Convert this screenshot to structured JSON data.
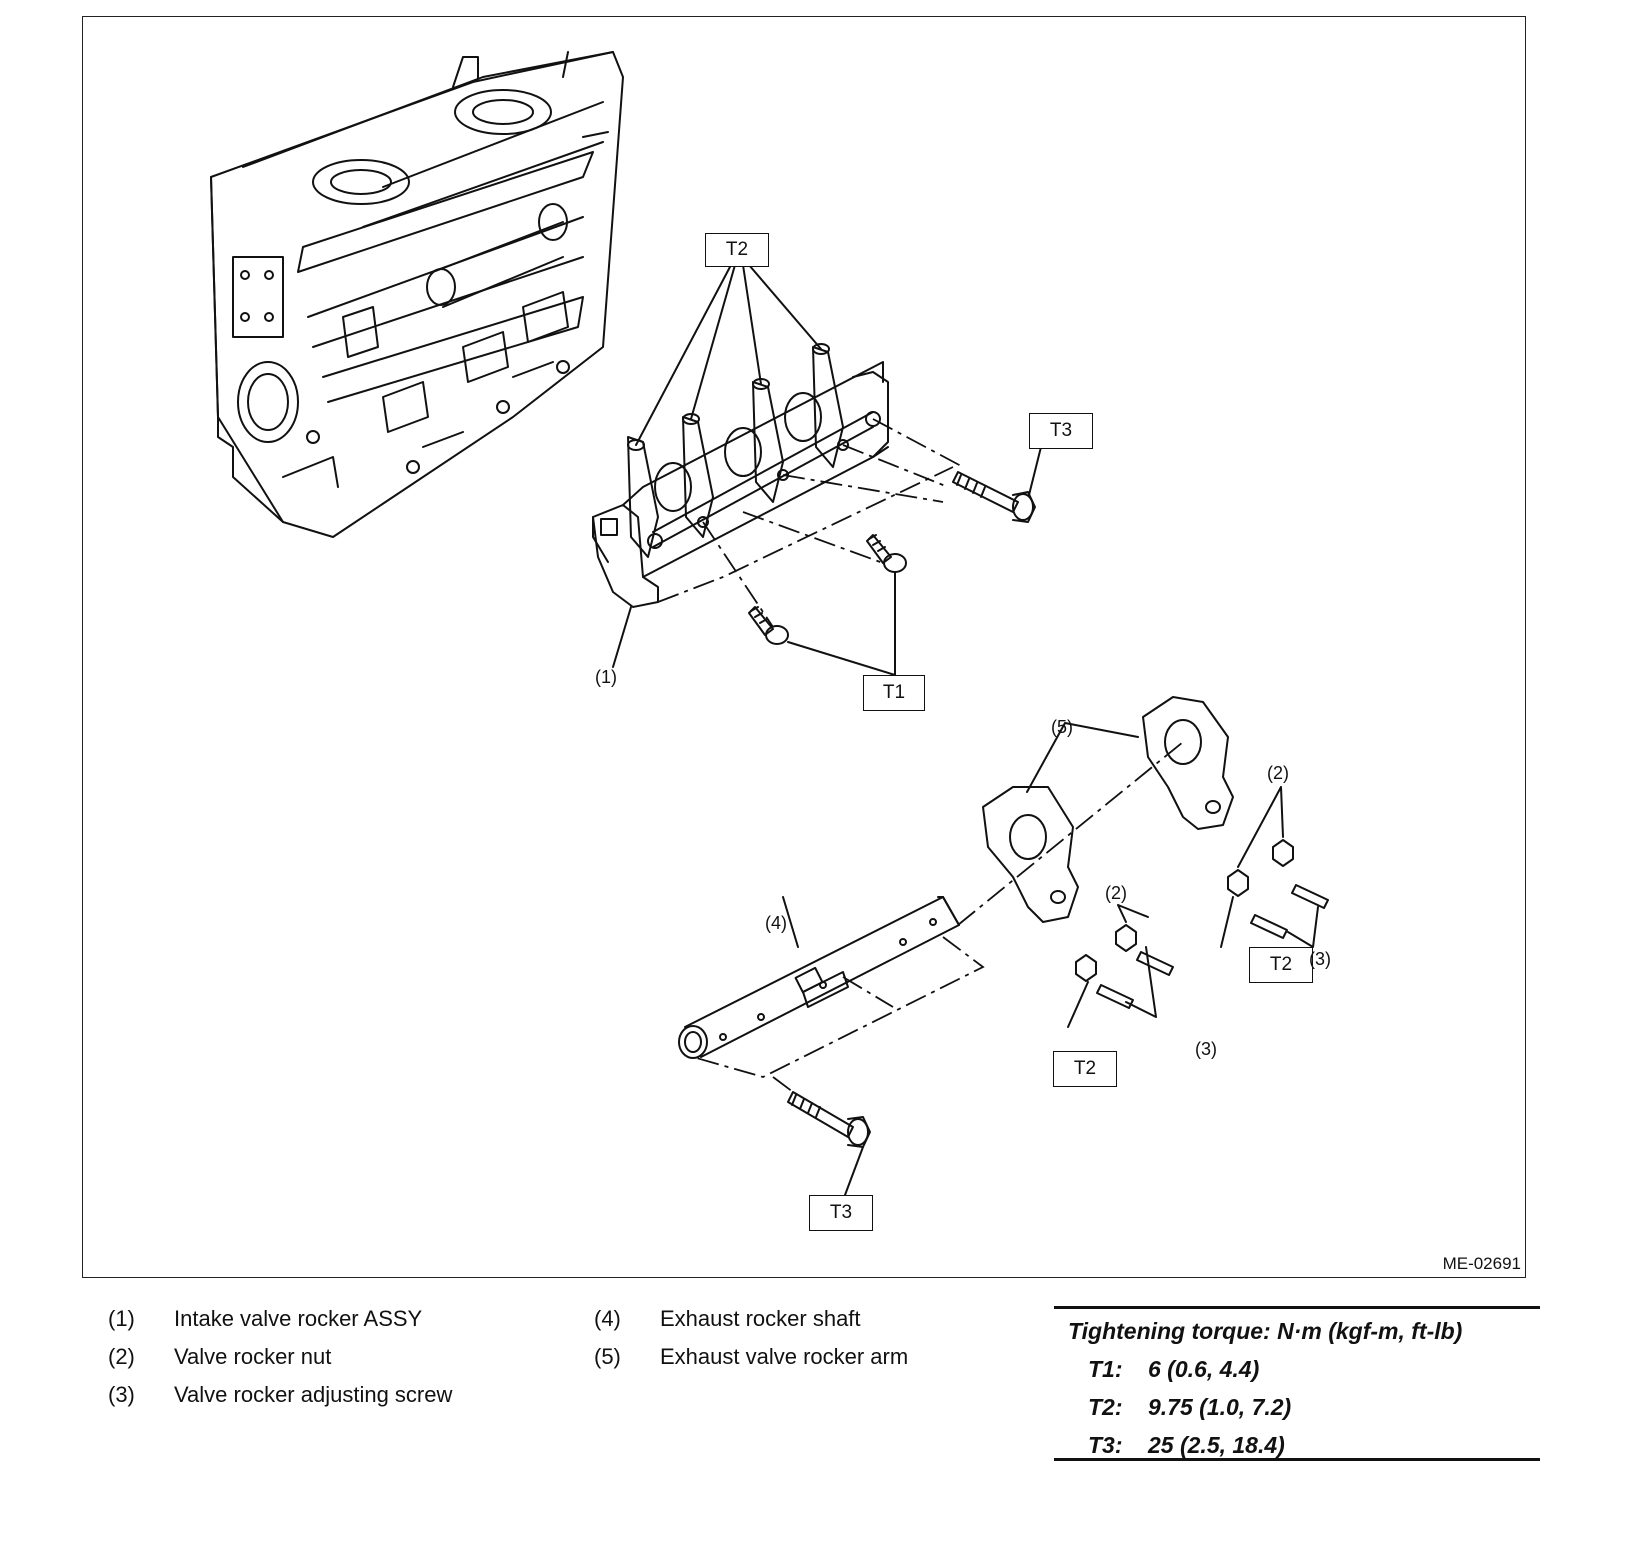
{
  "figure": {
    "id": "ME-02691",
    "callouts": [
      "(1)",
      "(2)",
      "(3)",
      "(4)",
      "(5)"
    ],
    "torque_labels": [
      "T1",
      "T2",
      "T3"
    ]
  },
  "legend": [
    {
      "num": "(1)",
      "text": "Intake valve rocker ASSY"
    },
    {
      "num": "(2)",
      "text": "Valve rocker nut"
    },
    {
      "num": "(3)",
      "text": "Valve rocker adjusting screw"
    },
    {
      "num": "(4)",
      "text": "Exhaust rocker shaft"
    },
    {
      "num": "(5)",
      "text": "Exhaust valve rocker arm"
    }
  ],
  "torque": {
    "title": "Tightening torque: N·m (kgf-m, ft-lb)",
    "rows": [
      {
        "label": "T1:",
        "value": "6 (0.6, 4.4)"
      },
      {
        "label": "T2:",
        "value": "9.75 (1.0, 7.2)"
      },
      {
        "label": "T3:",
        "value": "25 (2.5, 18.4)"
      }
    ]
  }
}
